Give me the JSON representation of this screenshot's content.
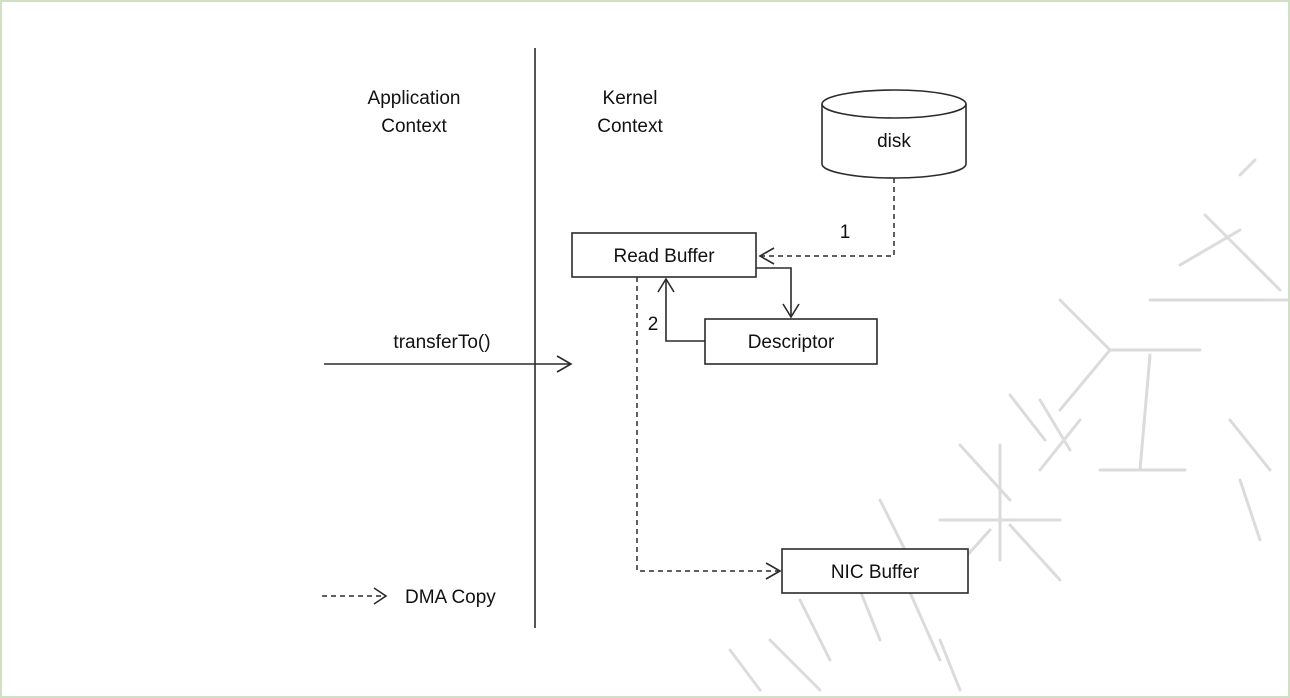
{
  "labels": {
    "app_line1": "Application",
    "app_line2": "Context",
    "kernel_line1": "Kernel",
    "kernel_line2": "Context",
    "disk": "disk",
    "read_buffer": "Read Buffer",
    "descriptor": "Descriptor",
    "nic_buffer": "NIC Buffer",
    "transfer": "transferTo()",
    "step1": "1",
    "step2": "2",
    "legend_dma": "DMA Copy"
  }
}
